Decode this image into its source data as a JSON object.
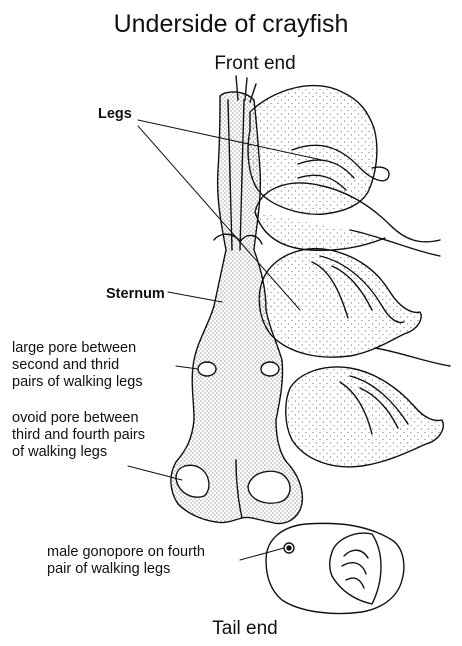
{
  "title": "Underside of crayfish",
  "orientation": {
    "top": "Front end",
    "bottom": "Tail end"
  },
  "labels": {
    "legs": "Legs",
    "sternum": "Sternum",
    "large_pore": [
      "large pore between",
      "second and thrid",
      "pairs of walking legs"
    ],
    "ovoid_pore": [
      "ovoid pore between",
      "third and fourth pairs",
      "of walking legs"
    ],
    "male_gonopore": [
      "male gonopore on fourth",
      "pair of walking legs"
    ]
  }
}
